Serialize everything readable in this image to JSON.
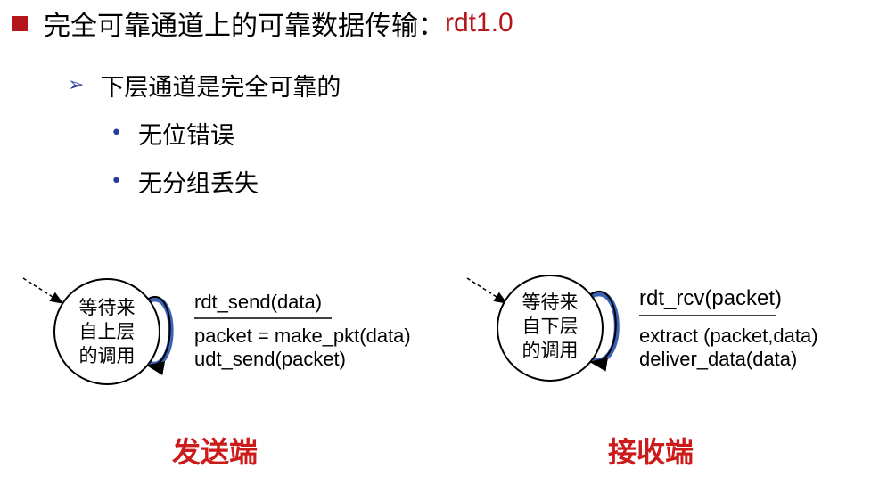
{
  "title": {
    "text": "完全可靠通道上的可靠数据传输：",
    "accent": "rdt1.0"
  },
  "bullets": {
    "level1": "下层通道是完全可靠的",
    "level2": [
      "无位错误",
      "无分组丢失"
    ]
  },
  "sender": {
    "state": [
      "等待来",
      "自上层",
      "的调用"
    ],
    "event": "rdt_send(data)",
    "actions": [
      "packet = make_pkt(data)",
      "udt_send(packet)"
    ],
    "label": "发送端"
  },
  "receiver": {
    "state": [
      "等待来",
      "自下层",
      "的调用"
    ],
    "event": "rdt_rcv(packet)",
    "actions": [
      "extract (packet,data)",
      "deliver_data(data)"
    ],
    "label": "接收端"
  },
  "colors": {
    "accent": "#b3161b",
    "bullet_blue": "#2a3b9c",
    "loop_blue": "#3a63b5"
  }
}
